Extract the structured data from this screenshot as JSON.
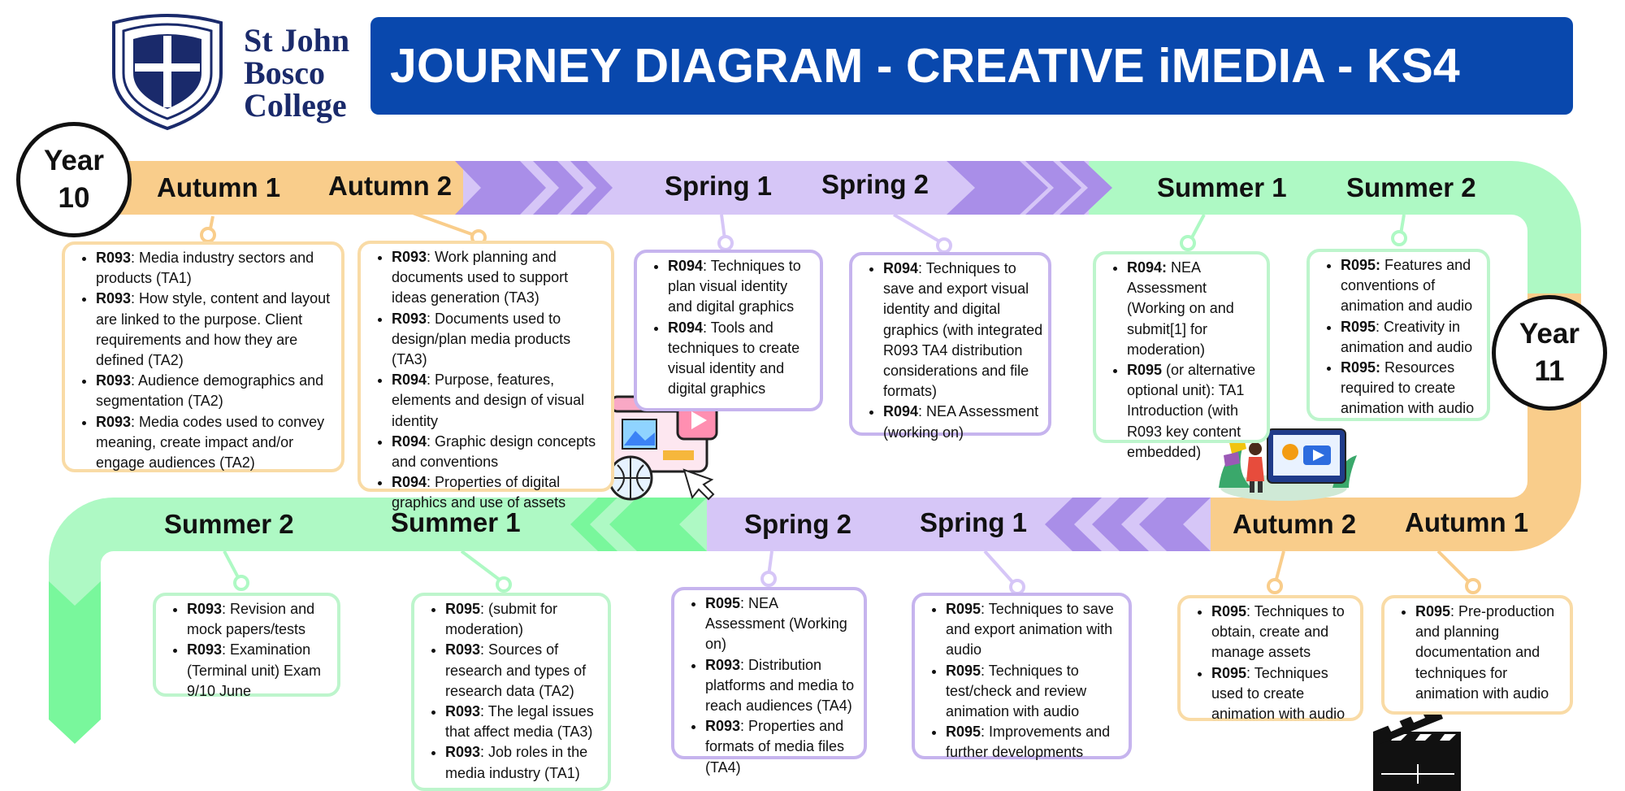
{
  "header": {
    "title": "JOURNEY DIAGRAM - CREATIVE iMEDIA - KS4",
    "school_line1": "St John",
    "school_line2": "Bosco",
    "school_line3": "College"
  },
  "years": {
    "year10": [
      "Year",
      "10"
    ],
    "year11": [
      "Year",
      "11"
    ]
  },
  "terms_top": [
    "Autumn 1",
    "Autumn 2",
    "Spring 1",
    "Spring 2",
    "Summer 1",
    "Summer 2"
  ],
  "terms_bottom": [
    "Summer 2",
    "Summer 1",
    "Spring 2",
    "Spring 1",
    "Autumn 2",
    "Autumn 1"
  ],
  "colors": {
    "title_bar": "#0948ad",
    "autumn": "#f9cd8b",
    "spring": "#d6c6f7",
    "spring_chevron": "#a98ee8",
    "summer": "#aef9c4",
    "summer_arrow": "#79f79c",
    "navy": "#1a2a6b"
  },
  "boxes": [
    {
      "items": [
        {
          "code": "R093",
          "text": ": Media industry sectors and products (TA1)"
        },
        {
          "code": "R093",
          "text": ": How style, content and layout are linked to the purpose. Client requirements and how they are defined (TA2)"
        },
        {
          "code": "R093",
          "text": ": Audience demographics and segmentation (TA2)"
        },
        {
          "code": "R093",
          "text": ": Media codes used to convey meaning, create impact and/or engage audiences (TA2)"
        }
      ]
    },
    {
      "items": [
        {
          "code": "R093",
          "text": ": Work planning and documents used to support ideas generation (TA3)"
        },
        {
          "code": "R093",
          "text": ": Documents used to design/plan media products (TA3)"
        },
        {
          "code": "R094",
          "text": ": Purpose, features, elements and design of visual identity"
        },
        {
          "code": "R094",
          "text": ": Graphic design concepts and conventions"
        },
        {
          "code": "R094",
          "text": ": Properties of digital graphics and use of assets"
        }
      ]
    },
    {
      "items": [
        {
          "code": "R094",
          "text": ": Techniques to plan visual identity and digital graphics"
        },
        {
          "code": "R094",
          "text": ": Tools and techniques to create visual identity and digital graphics"
        }
      ]
    },
    {
      "items": [
        {
          "code": "R094",
          "text": ": Techniques to save and export visual identity and digital graphics (with integrated R093 TA4 distribution considerations and file formats)"
        },
        {
          "code": "R094",
          "text": ": NEA Assessment (working on)"
        }
      ]
    },
    {
      "items": [
        {
          "code": "R094:",
          "text": " NEA Assessment (Working on and submit[1] for moderation)"
        },
        {
          "code": "R095",
          "text": " (or alternative optional unit): TA1 Introduction (with R093 key content embedded)"
        }
      ]
    },
    {
      "items": [
        {
          "code": "R095:",
          "text": " Features and conventions of animation and audio"
        },
        {
          "code": "R095",
          "text": ": Creativity in animation and audio"
        },
        {
          "code": "R095:",
          "text": " Resources required to create animation with audio"
        }
      ]
    },
    {
      "items": [
        {
          "code": "R093",
          "text": ": Revision and mock papers/tests"
        },
        {
          "code": "R093",
          "text": ": Examination (Terminal unit) Exam 9/10 June"
        }
      ]
    },
    {
      "items": [
        {
          "code": "R095",
          "text": ": (submit for moderation)"
        },
        {
          "code": "R093",
          "text": ": Sources of research and types of research data (TA2)"
        },
        {
          "code": "R093",
          "text": ": The legal issues that affect media (TA3)"
        },
        {
          "code": "R093",
          "text": ": Job roles in the media industry (TA1)"
        }
      ]
    },
    {
      "items": [
        {
          "code": "R095",
          "text": ": NEA Assessment (Working on)"
        },
        {
          "code": "R093",
          "text": ": Distribution platforms and media to reach audiences (TA4)"
        },
        {
          "code": "R093",
          "text": ": Properties and formats of media files (TA4)"
        }
      ]
    },
    {
      "items": [
        {
          "code": "R095",
          "text": ": Techniques to save and export animation with audio"
        },
        {
          "code": "R095",
          "text": ": Techniques to test/check and review animation with audio"
        },
        {
          "code": "R095",
          "text": ": Improvements and further developments"
        }
      ]
    },
    {
      "items": [
        {
          "code": "R095",
          "text": ": Techniques to obtain, create and manage assets"
        },
        {
          "code": "R095",
          "text": ": Techniques used to create animation with audio"
        }
      ]
    },
    {
      "items": [
        {
          "code": "R095",
          "text": ": Pre-production and planning documentation and techniques for animation with audio"
        }
      ]
    }
  ]
}
